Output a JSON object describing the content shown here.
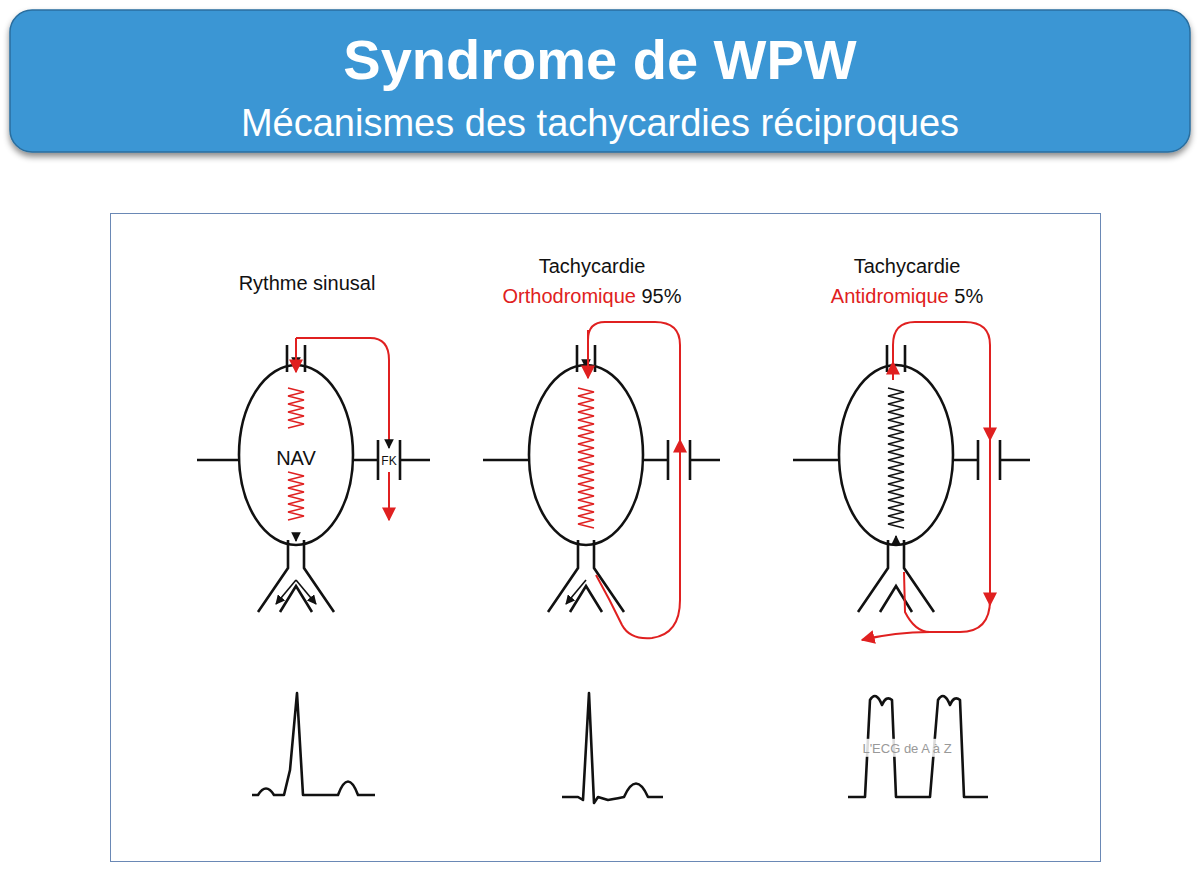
{
  "diagram": {
    "title": "Syndrome de WPW",
    "labels": [
      "Mécanismes des tachycardies réciproques",
      "Rythme sinusal",
      "Tachycardie",
      "Orthodromique",
      "95%",
      "Tachycardie",
      "Antidromique",
      "5%",
      "NAV",
      "FK",
      "L'ECG de A à Z"
    ]
  }
}
